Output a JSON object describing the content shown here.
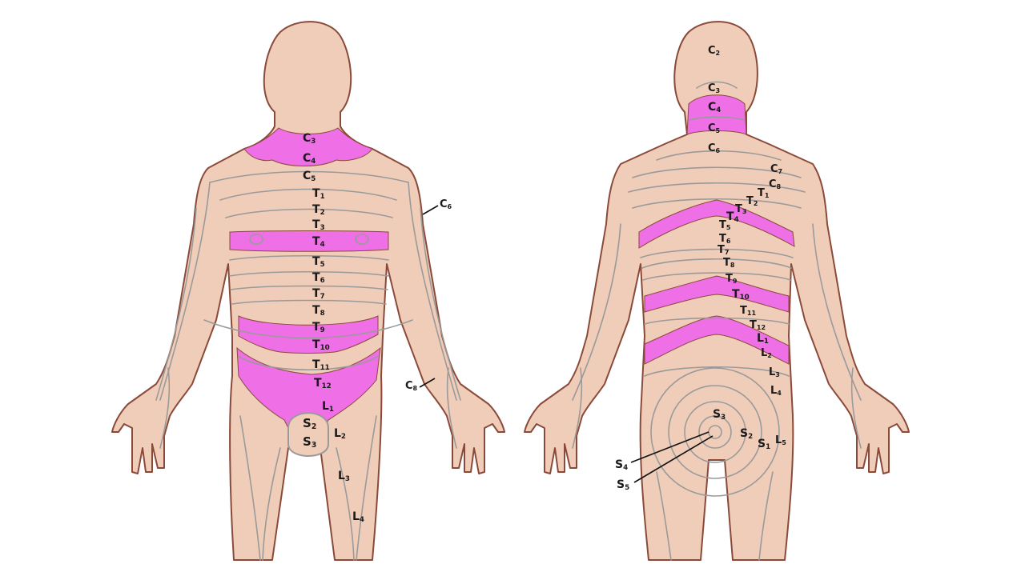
{
  "labels": {
    "front": {
      "C3": [
        "C",
        "3"
      ],
      "C4": [
        "C",
        "4"
      ],
      "C5": [
        "C",
        "5"
      ],
      "C6": [
        "C",
        "6"
      ],
      "C8": [
        "C",
        "8"
      ],
      "T1": [
        "T",
        "1"
      ],
      "T2": [
        "T",
        "2"
      ],
      "T3": [
        "T",
        "3"
      ],
      "T4": [
        "T",
        "4"
      ],
      "T5": [
        "T",
        "5"
      ],
      "T6": [
        "T",
        "6"
      ],
      "T7": [
        "T",
        "7"
      ],
      "T8": [
        "T",
        "8"
      ],
      "T9": [
        "T",
        "9"
      ],
      "T10": [
        "T",
        "10"
      ],
      "T11": [
        "T",
        "11"
      ],
      "T12": [
        "T",
        "12"
      ],
      "L1": [
        "L",
        "1"
      ],
      "L2": [
        "L",
        "2"
      ],
      "L3": [
        "L",
        "3"
      ],
      "L4": [
        "L",
        "4"
      ],
      "S2": [
        "S",
        "2"
      ],
      "S3": [
        "S",
        "3"
      ]
    },
    "back": {
      "C2": [
        "C",
        "2"
      ],
      "C3": [
        "C",
        "3"
      ],
      "C4": [
        "C",
        "4"
      ],
      "C5": [
        "C",
        "5"
      ],
      "C6": [
        "C",
        "6"
      ],
      "C7": [
        "C",
        "7"
      ],
      "C8": [
        "C",
        "8"
      ],
      "T1": [
        "T",
        "1"
      ],
      "T2": [
        "T",
        "2"
      ],
      "T3": [
        "T",
        "3"
      ],
      "T4": [
        "T",
        "4"
      ],
      "T5": [
        "T",
        "5"
      ],
      "T6": [
        "T",
        "6"
      ],
      "T7": [
        "T",
        "7"
      ],
      "T8": [
        "T",
        "8"
      ],
      "T9": [
        "T",
        "9"
      ],
      "T10": [
        "T",
        "10"
      ],
      "T11": [
        "T",
        "11"
      ],
      "T12": [
        "T",
        "12"
      ],
      "L1": [
        "L",
        "1"
      ],
      "L2": [
        "L",
        "2"
      ],
      "L3": [
        "L",
        "3"
      ],
      "L4": [
        "L",
        "4"
      ],
      "L5": [
        "L",
        "5"
      ],
      "S1": [
        "S",
        "1"
      ],
      "S2": [
        "S",
        "2"
      ],
      "S3": [
        "S",
        "3"
      ],
      "S4": [
        "S",
        "4"
      ],
      "S5": [
        "S",
        "5"
      ]
    }
  },
  "colors": {
    "skin": "#f0cdb9",
    "outline": "#8a4a3a",
    "highlight": "#ee6fe6",
    "guide": "#9a9a9a",
    "text": "#1a1a1a"
  }
}
